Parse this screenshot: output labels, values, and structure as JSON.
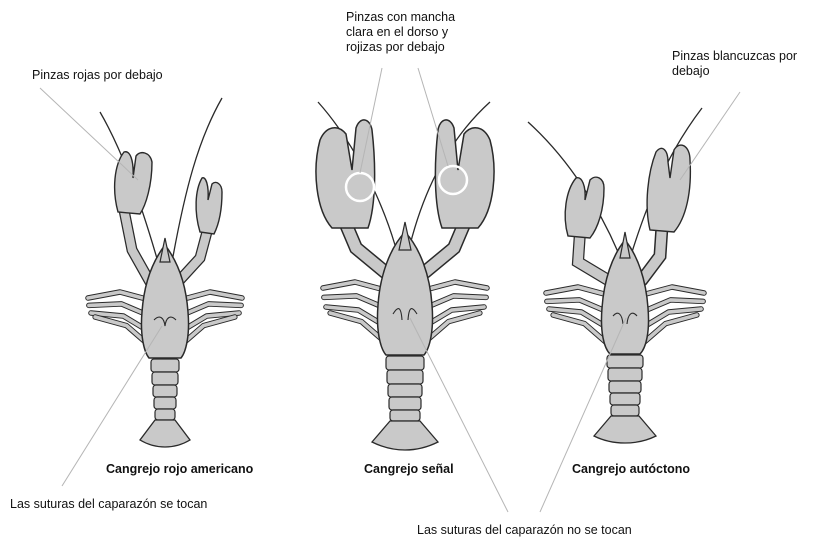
{
  "annotations": {
    "left_claws": "Pinzas rojas por debajo",
    "middle_claws": [
      "Pinzas con mancha",
      "clara en el dorso y",
      "rojizas por debajo"
    ],
    "right_claws": [
      "Pinzas blancuzcas por",
      "debajo"
    ],
    "sutures_touch": "Las suturas del caparazón se tocan",
    "sutures_not_touch": "Las suturas del caparazón no se tocan"
  },
  "species": [
    {
      "name": "Cangrejo rojo americano"
    },
    {
      "name": "Cangrejo señal"
    },
    {
      "name": "Cangrejo autóctono"
    }
  ],
  "colors": {
    "body_fill": "#c9c9c9",
    "body_dark": "#8e8e8e",
    "outline": "#2a2a2a",
    "leader_line": "#b5b5b5",
    "highlight_circle": "#ffffff"
  }
}
